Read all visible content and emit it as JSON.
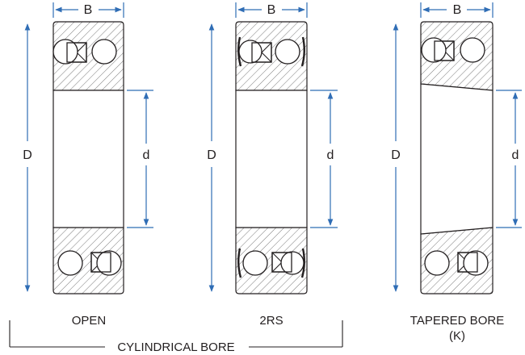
{
  "dimension_labels": {
    "width": "B",
    "outer_diameter": "D",
    "bore_diameter": "d"
  },
  "variants": [
    {
      "label": "OPEN"
    },
    {
      "label": "2RS"
    },
    {
      "label": "TAPERED BORE",
      "sublabel": "(K)"
    }
  ],
  "group_label": "CYLINDRICAL BORE",
  "colors": {
    "dimension_line": "#2f6db5",
    "outline": "#231f20",
    "hatch": "#7a7a7a"
  },
  "icons": {
    "arrow": "arrowhead",
    "ball": "ball-circle",
    "cage": "cage-square-cross"
  }
}
